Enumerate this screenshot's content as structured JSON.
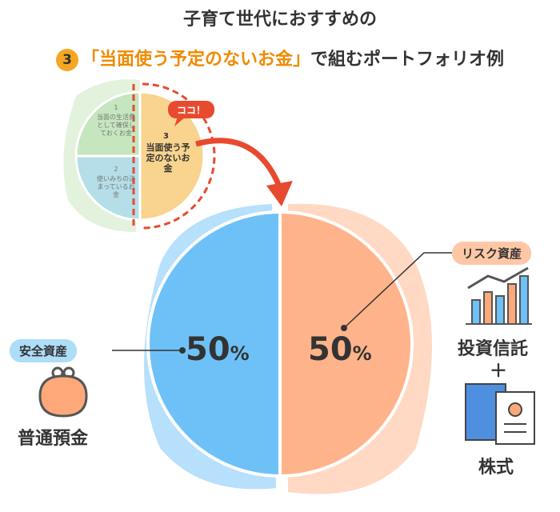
{
  "title": {
    "line1": "子育て世代におすすめの",
    "number": "3",
    "highlight": "「当面使う予定のないお金」",
    "line2_rest": "で組むポートフォリオ例"
  },
  "mini_pie": {
    "segments": [
      {
        "number": "1",
        "label": "当面の生活費として確保しておくお金",
        "color": "#C5E6BE"
      },
      {
        "number": "2",
        "label": "使いみちの決まっているお金",
        "color": "#B5DEE8"
      },
      {
        "number": "3",
        "label": "当面使う予定のないお金",
        "color": "#F8D48E"
      }
    ],
    "callout": "ココ！"
  },
  "main_pie": {
    "left": {
      "value": "50",
      "unit": "%",
      "category": "安全資産",
      "product": "普通預金",
      "color": "#6EC1F7"
    },
    "right": {
      "value": "50",
      "unit": "%",
      "category": "リスク資産",
      "products": [
        "投資信託",
        "株式"
      ],
      "plus": "＋",
      "color": "#FFB38A"
    }
  },
  "colors": {
    "accent": "#E84A2F",
    "number_badge": "#F5A623"
  }
}
